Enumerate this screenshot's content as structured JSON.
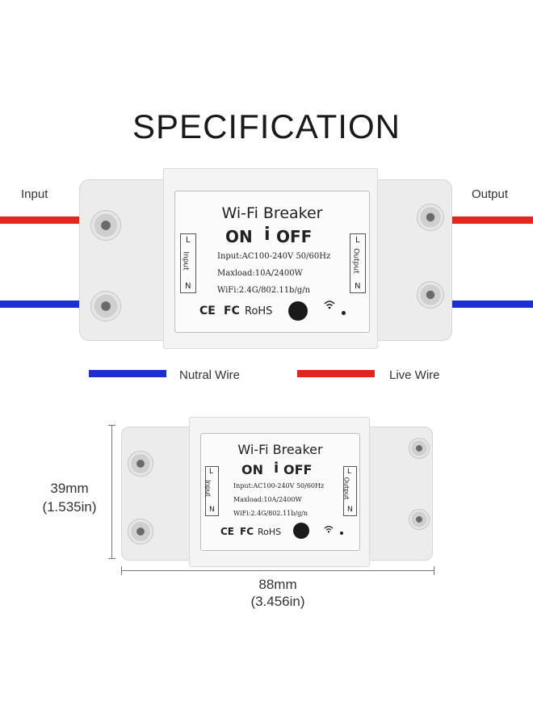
{
  "title": "SPECIFICATION",
  "labels": {
    "input": "Input",
    "output": "Output",
    "neutral": "Nutral Wire",
    "live": "Live Wire"
  },
  "device": {
    "name": "Wi-Fi Breaker",
    "on": "ON",
    "i": "i",
    "off": "OFF",
    "spec_input": "Input:AC100-240V 50/60Hz",
    "spec_load": "Maxload:10A/2400W",
    "spec_wifi": "WiFi:2.4G/802.11b/g/n",
    "ce": "CE",
    "fc": "FC",
    "rohs": "RoHS",
    "term_l": "L",
    "term_n": "N",
    "term_in": "Input",
    "term_out": "Output"
  },
  "dimensions": {
    "height_mm": "39mm",
    "height_in": "(1.535in)",
    "width_mm": "88mm",
    "width_in": "(3.456in)"
  },
  "colors": {
    "live": "#e0261f",
    "neutral": "#1d2fd0"
  }
}
